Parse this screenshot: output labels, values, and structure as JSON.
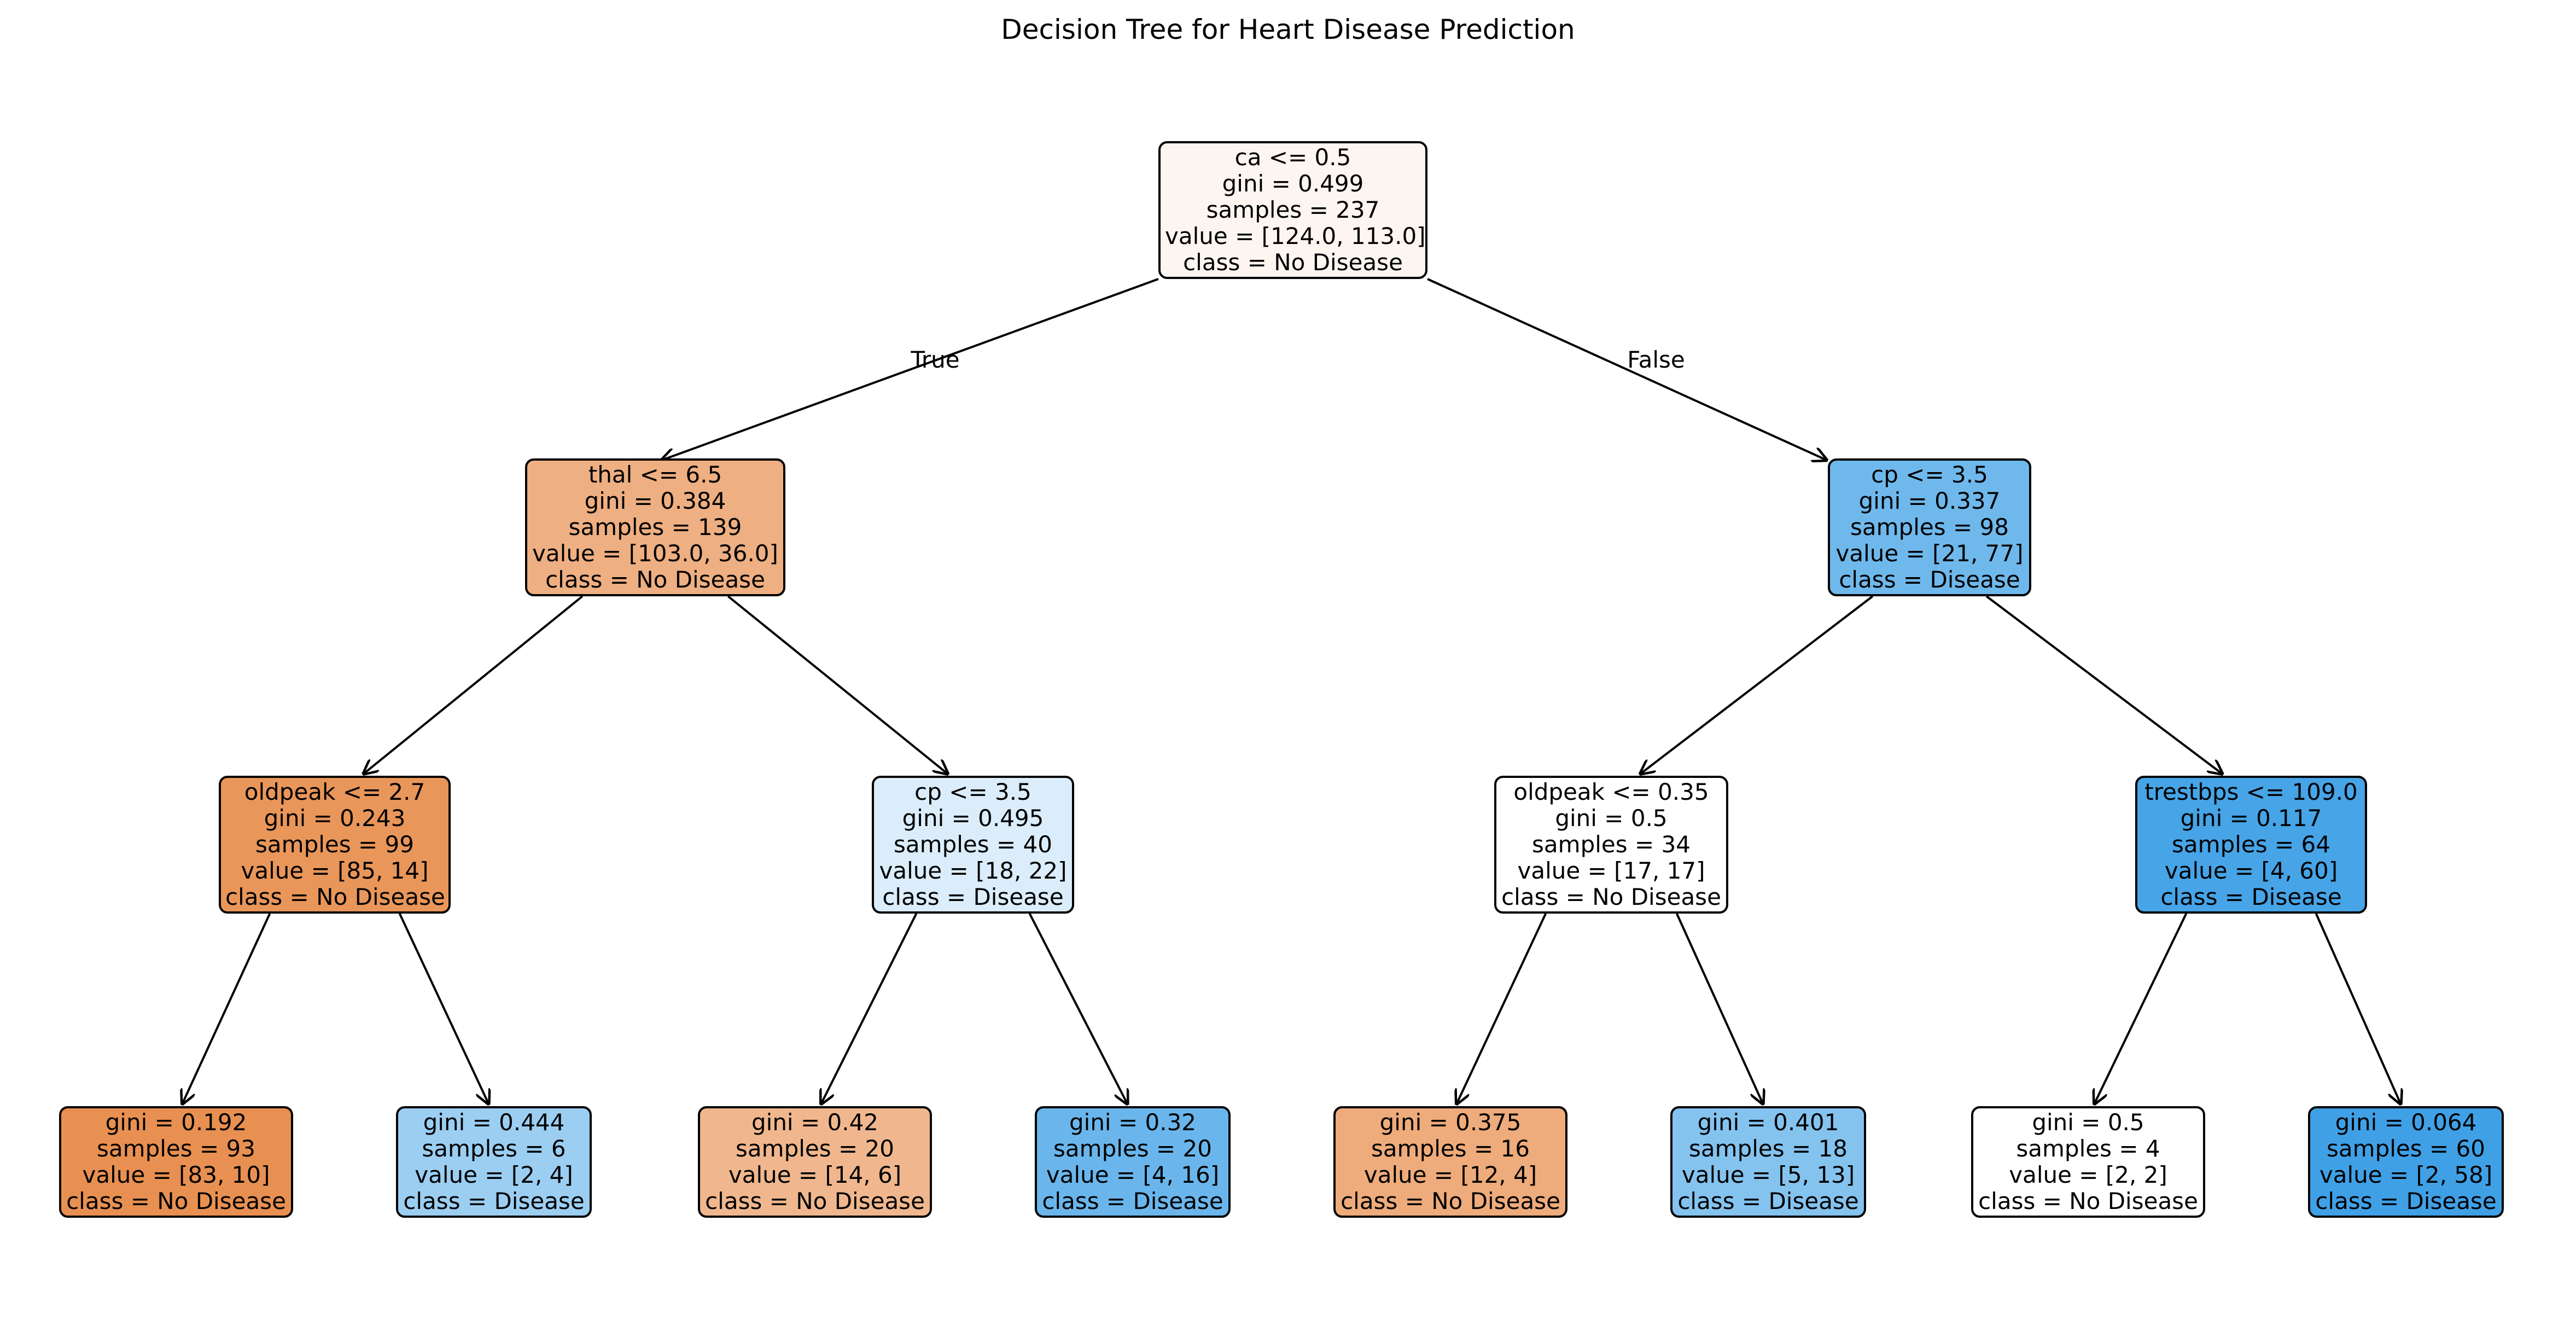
{
  "title": "Decision Tree for Heart Disease Prediction",
  "branch_labels": {
    "true": "True",
    "false": "False"
  },
  "colors": {
    "no_disease": "#e58139",
    "disease": "#399de5",
    "edge": "#000000"
  },
  "nodes": [
    {
      "id": "n0",
      "parent": null,
      "split": "ca <= 0.5",
      "gini": "gini = 0.499",
      "samples": "samples = 237",
      "value": "value = [124.0, 113.0]",
      "class": "class = No Disease",
      "fill": "#fdf5f0"
    },
    {
      "id": "n1",
      "parent": "n0",
      "split": "thal <= 6.5",
      "gini": "gini = 0.384",
      "samples": "samples = 139",
      "value": "value = [103.0, 36.0]",
      "class": "class = No Disease",
      "fill": "#eeaf82"
    },
    {
      "id": "n2",
      "parent": "n0",
      "split": "cp <= 3.5",
      "gini": "gini = 0.337",
      "samples": "samples = 98",
      "value": "value = [21, 77]",
      "class": "class = Disease",
      "fill": "#6fb8ec"
    },
    {
      "id": "n3",
      "parent": "n1",
      "split": "oldpeak <= 2.7",
      "gini": "gini = 0.243",
      "samples": "samples = 99",
      "value": "value = [85, 14]",
      "class": "class = No Disease",
      "fill": "#e9965a"
    },
    {
      "id": "n4",
      "parent": "n1",
      "split": "cp <= 3.5",
      "gini": "gini = 0.495",
      "samples": "samples = 40",
      "value": "value = [18, 22]",
      "class": "class = Disease",
      "fill": "#dbedfa"
    },
    {
      "id": "n5",
      "parent": "n2",
      "split": "oldpeak <= 0.35",
      "gini": "gini = 0.5",
      "samples": "samples = 34",
      "value": "value = [17, 17]",
      "class": "class = No Disease",
      "fill": "#ffffff"
    },
    {
      "id": "n6",
      "parent": "n2",
      "split": "trestbps <= 109.0",
      "gini": "gini = 0.117",
      "samples": "samples = 64",
      "value": "value = [4, 60]",
      "class": "class = Disease",
      "fill": "#46a4e7"
    },
    {
      "id": "n7",
      "parent": "n3",
      "split": "",
      "gini": "gini = 0.192",
      "samples": "samples = 93",
      "value": "value = [83, 10]",
      "class": "class = No Disease",
      "fill": "#e89051"
    },
    {
      "id": "n8",
      "parent": "n3",
      "split": "",
      "gini": "gini = 0.444",
      "samples": "samples = 6",
      "value": "value = [2, 4]",
      "class": "class = Disease",
      "fill": "#9ccef2"
    },
    {
      "id": "n9",
      "parent": "n4",
      "split": "",
      "gini": "gini = 0.42",
      "samples": "samples = 20",
      "value": "value = [14, 6]",
      "class": "class = No Disease",
      "fill": "#f0b78e"
    },
    {
      "id": "n10",
      "parent": "n4",
      "split": "",
      "gini": "gini = 0.32",
      "samples": "samples = 20",
      "value": "value = [4, 16]",
      "class": "class = Disease",
      "fill": "#6ab6ec"
    },
    {
      "id": "n11",
      "parent": "n5",
      "split": "",
      "gini": "gini = 0.375",
      "samples": "samples = 16",
      "value": "value = [12, 4]",
      "class": "class = No Disease",
      "fill": "#eeab7b"
    },
    {
      "id": "n12",
      "parent": "n5",
      "split": "",
      "gini": "gini = 0.401",
      "samples": "samples = 18",
      "value": "value = [5, 13]",
      "class": "class = Disease",
      "fill": "#85c3ef"
    },
    {
      "id": "n13",
      "parent": "n6",
      "split": "",
      "gini": "gini = 0.5",
      "samples": "samples = 4",
      "value": "value = [2, 2]",
      "class": "class = No Disease",
      "fill": "#ffffff"
    },
    {
      "id": "n14",
      "parent": "n6",
      "split": "",
      "gini": "gini = 0.064",
      "samples": "samples = 60",
      "value": "value = [2, 58]",
      "class": "class = Disease",
      "fill": "#40a0e6"
    }
  ]
}
